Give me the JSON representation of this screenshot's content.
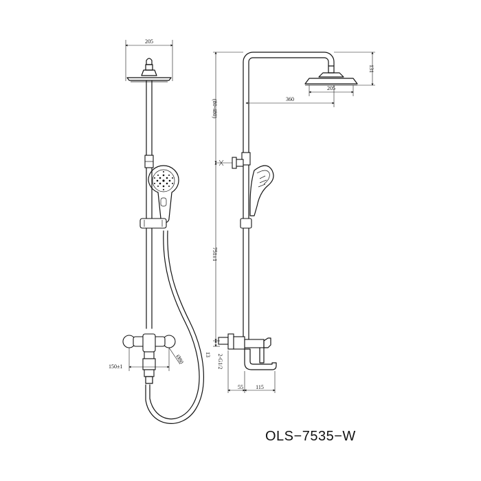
{
  "front_view": {
    "head_width_label": "205",
    "handle_offset_label": "150±1",
    "hose_label": "Ø80"
  },
  "side_view": {
    "head_height_label": "131",
    "arm_length_label": "360",
    "head_width_label": "205",
    "adjust_range_label": "(80-480)",
    "height_label": "751±1",
    "inlet_label": "13",
    "thread_label": "2-G1/2",
    "spout_gap_label": "55",
    "spout_length_label": "115"
  },
  "model": "OLS−7535−W"
}
